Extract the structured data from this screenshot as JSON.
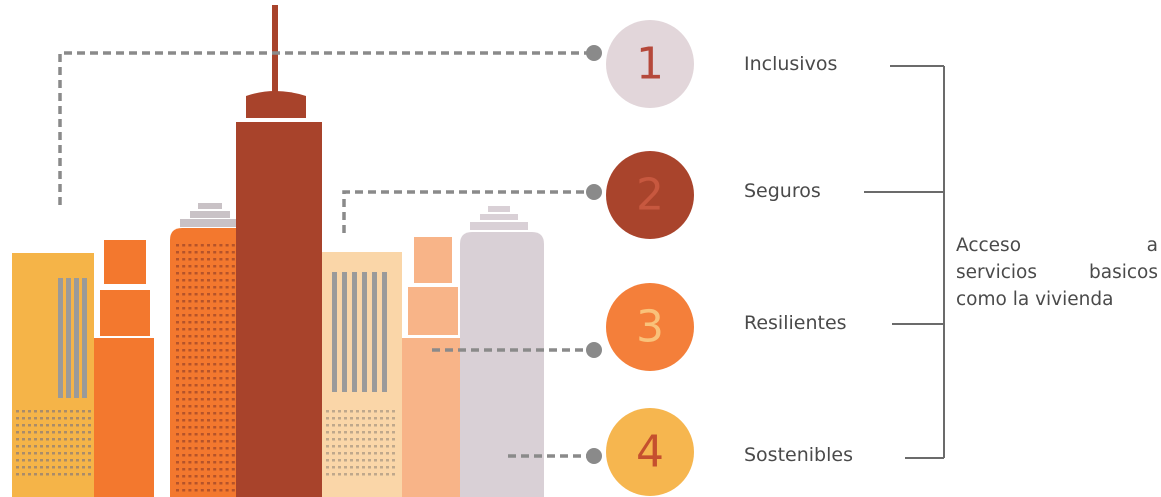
{
  "items": [
    {
      "number": "1",
      "label": "Inclusivos",
      "color": "#e2d6da",
      "text_color": "#b5483a"
    },
    {
      "number": "2",
      "label": "Seguros",
      "color": "#a9442c",
      "text_color": "#c7583f"
    },
    {
      "number": "3",
      "label": "Resilientes",
      "color": "#f47f3a",
      "text_color": "#f9c27a"
    },
    {
      "number": "4",
      "label": "Sostenibles",
      "color": "#f6b64f",
      "text_color": "#c5502e"
    }
  ],
  "summary": {
    "line1": "Acceso a",
    "line2": "servicios basicos",
    "line3": "como la vivienda"
  },
  "colors": {
    "connector": "#8a8a8a",
    "bracket": "#6b6b6b",
    "tower": "#a8432b",
    "yellow": "#f5b448",
    "orange": "#f3782e",
    "peach": "#fad6a8",
    "salmon": "#f8b488",
    "lavender": "#d9d0d6"
  }
}
